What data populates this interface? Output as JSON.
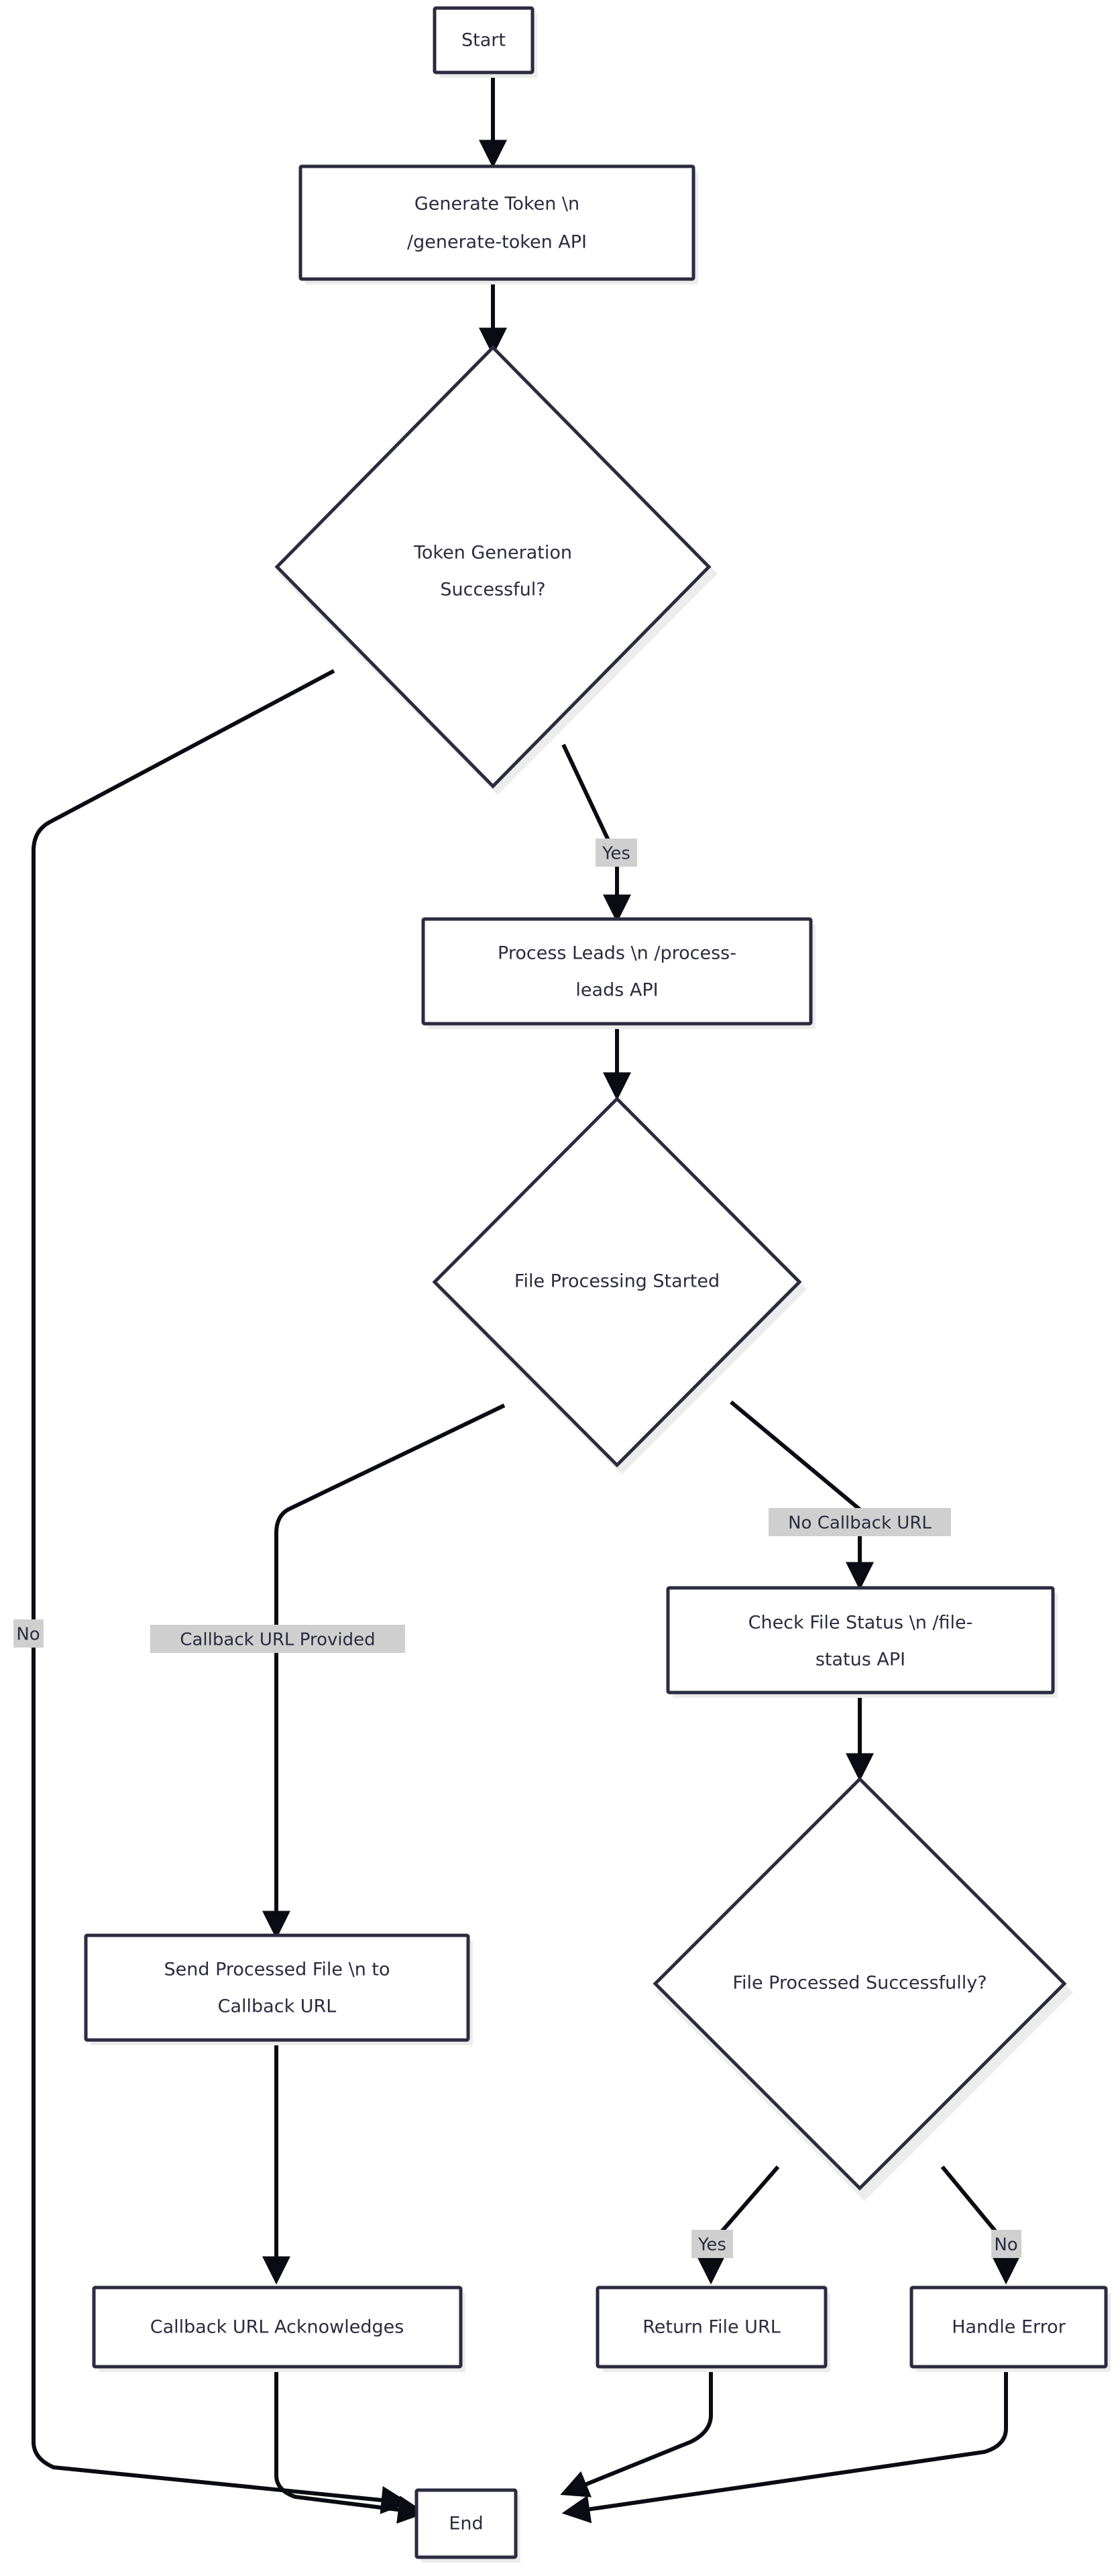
{
  "diagram": {
    "type": "flowchart",
    "direction": "top-down",
    "background_color": "#ffffff",
    "node_border_color": "#2b2b40",
    "node_fill_color": "#ffffff",
    "node_shadow_color": "#ececec",
    "edge_color": "#0b0b13",
    "edge_label_bg_color": "#cfcfcf",
    "text_color": "#2b2b40"
  },
  "nodes": [
    {
      "id": "start",
      "shape": "rect",
      "label": "Start"
    },
    {
      "id": "gen_token",
      "shape": "rect",
      "label_line1": "Generate Token \\n",
      "label_line2": "/generate-token API"
    },
    {
      "id": "token_ok",
      "shape": "diamond",
      "label_line1": "Token Generation",
      "label_line2": "Successful?"
    },
    {
      "id": "process",
      "shape": "rect",
      "label_line1": "Process Leads \\n /process-",
      "label_line2": "leads API"
    },
    {
      "id": "file_started",
      "shape": "diamond",
      "label": "File Processing Started"
    },
    {
      "id": "check_status",
      "shape": "rect",
      "label_line1": "Check File Status \\n /file-",
      "label_line2": "status API"
    },
    {
      "id": "send_file",
      "shape": "rect",
      "label_line1": "Send Processed File \\n to",
      "label_line2": "Callback URL"
    },
    {
      "id": "file_ok",
      "shape": "diamond",
      "label": "File Processed Successfully?"
    },
    {
      "id": "cb_ack",
      "shape": "rect",
      "label": "Callback URL Acknowledges"
    },
    {
      "id": "return_url",
      "shape": "rect",
      "label": "Return File URL"
    },
    {
      "id": "handle_err",
      "shape": "rect",
      "label": "Handle Error"
    },
    {
      "id": "end",
      "shape": "rect",
      "label": "End"
    }
  ],
  "edges": [
    {
      "from": "start",
      "to": "gen_token",
      "label": ""
    },
    {
      "from": "gen_token",
      "to": "token_ok",
      "label": ""
    },
    {
      "from": "token_ok",
      "to": "process",
      "label": "Yes"
    },
    {
      "from": "token_ok",
      "to": "end",
      "label": "No"
    },
    {
      "from": "process",
      "to": "file_started",
      "label": ""
    },
    {
      "from": "file_started",
      "to": "send_file",
      "label": "Callback URL Provided"
    },
    {
      "from": "file_started",
      "to": "check_status",
      "label": "No Callback URL"
    },
    {
      "from": "check_status",
      "to": "file_ok",
      "label": ""
    },
    {
      "from": "send_file",
      "to": "cb_ack",
      "label": ""
    },
    {
      "from": "file_ok",
      "to": "return_url",
      "label": "Yes"
    },
    {
      "from": "file_ok",
      "to": "handle_err",
      "label": "No"
    },
    {
      "from": "cb_ack",
      "to": "end",
      "label": ""
    },
    {
      "from": "return_url",
      "to": "end",
      "label": ""
    },
    {
      "from": "handle_err",
      "to": "end",
      "label": ""
    }
  ],
  "edge_labels": {
    "yes_token": "Yes",
    "no_token": "No",
    "callback_provided": "Callback URL Provided",
    "no_callback": "No Callback URL",
    "yes_file": "Yes",
    "no_file": "No"
  }
}
